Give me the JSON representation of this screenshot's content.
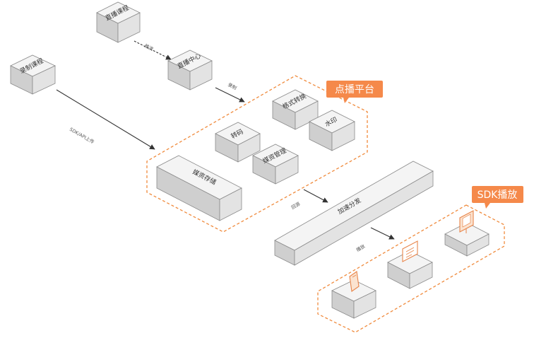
{
  "nodes": {
    "live_course": "直播课程",
    "live_center": "直播中心",
    "recorded_course": "录制课程",
    "format_convert": "格式转换",
    "watermark": "水印",
    "transcode": "转码",
    "media_management": "媒资管理",
    "media_storage": "媒资存储",
    "accelerated_distribution": "加速分发"
  },
  "arrows": {
    "push_stream": "推流",
    "recording": "录制",
    "sdk_upload": "SDK/API上传",
    "vod_origin": "回源",
    "playback": "播放"
  },
  "groups": {
    "vod_platform": "点播平台",
    "sdk_playback": "SDK播放"
  },
  "colors": {
    "dashed_border": "#f08a3c",
    "badge_fill": "#f5894a",
    "box_top": "#f4f4f4",
    "box_left": "#cfcfcf",
    "box_right": "#e3e3e3",
    "box_stroke": "#8a8a8a",
    "arrow": "#333333"
  },
  "icons": {
    "tablet": "tablet-icon",
    "laptop": "laptop-icon",
    "monitor": "monitor-icon"
  }
}
